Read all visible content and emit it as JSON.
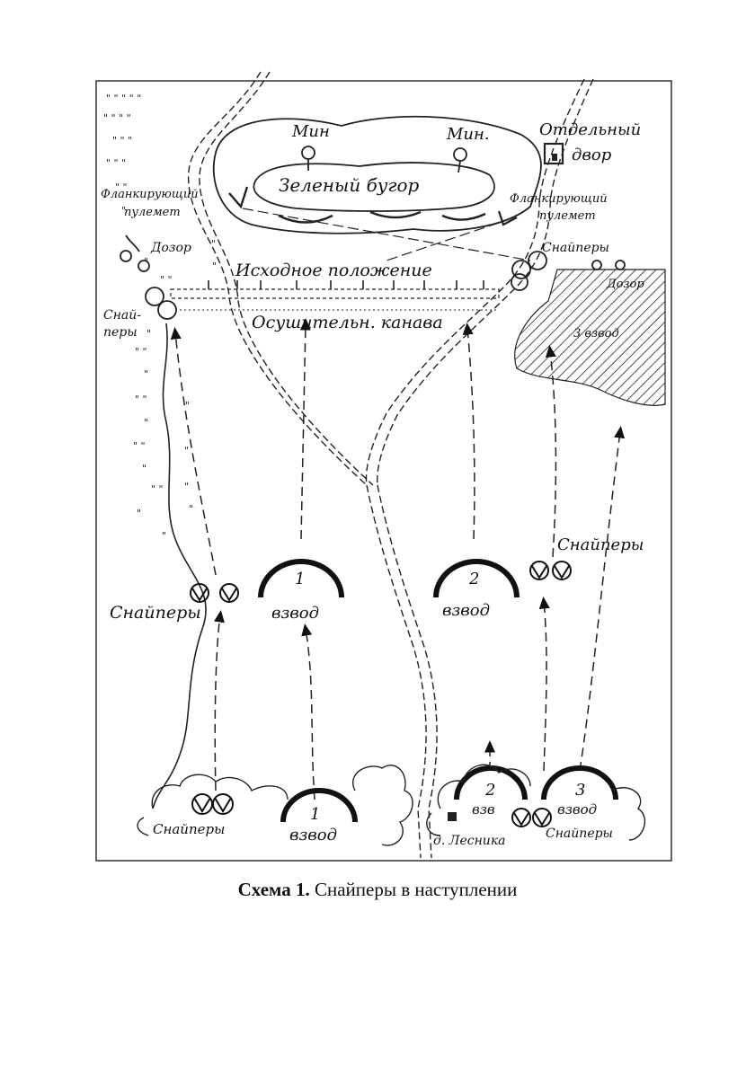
{
  "map": {
    "labels": {
      "mine_1": "Мин",
      "mine_2": "Мин.",
      "separate_yard": "Отдельный двор",
      "separate_yard_l1": "Отдельный",
      "separate_yard_l2": "двор",
      "green_hill": "Зеленый бугор",
      "flank_mg_left_l1": "Фланкирующий",
      "flank_mg_left_l2": "пулемет",
      "flank_mg_right_l1": "Фланкирующий",
      "flank_mg_right_l2": "пулемет",
      "patrol_left": "Дозор",
      "patrol_right": "Дозор",
      "snipers_top_right": "Снайперы",
      "start_position": "Исходное положение",
      "snipers_left_l1": "Снай-",
      "snipers_left_l2": "перы",
      "drainage_ditch": "Осушительн. канава",
      "platoon3_hatched_l1": "3 взвод",
      "platoon3_hatched_l2": "",
      "platoon1_mid_num": "1",
      "platoon1_mid_word": "взвод",
      "platoon2_mid_num": "2",
      "platoon2_mid_word": "взвод",
      "snipers_mid_right": "Снайперы",
      "snipers_mid_left": "Снайперы",
      "snipers_bottom_left": "Снайперы",
      "platoon1_bottom_num": "1",
      "platoon1_bottom_word": "взвод",
      "platoon2_bottom_num": "2",
      "platoon2_bottom_word": "взв",
      "platoon3_bottom_num": "3",
      "platoon3_bottom_word": "взвод",
      "forester_house": "д. Лесника",
      "snipers_bottom_right": "Снайперы"
    }
  },
  "caption": {
    "bold": "Схема 1.",
    "text": "Снайперы в наступлении"
  }
}
